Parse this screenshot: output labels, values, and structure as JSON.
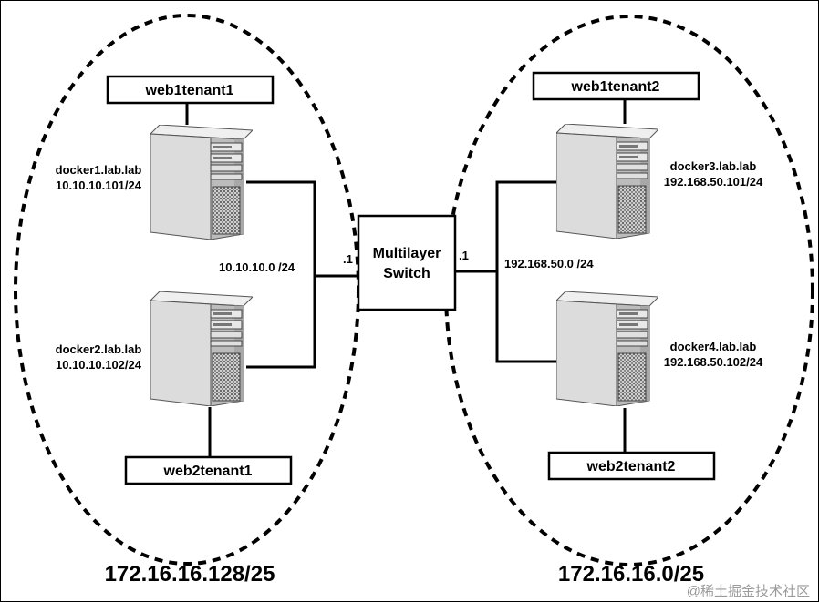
{
  "containers": {
    "left_label": "172.16.16.128/25",
    "right_label": "172.16.16.0/25"
  },
  "switch": {
    "line1": "Multilayer",
    "line2": "Switch",
    "left_if": ".1",
    "right_if": ".1"
  },
  "networks": {
    "left": "10.10.10.0 /24",
    "right": "192.168.50.0 /24"
  },
  "hosts": {
    "docker1": {
      "name": "docker1.lab.lab",
      "ip": "10.10.10.101/24"
    },
    "docker2": {
      "name": "docker2.lab.lab",
      "ip": "10.10.10.102/24"
    },
    "docker3": {
      "name": "docker3.lab.lab",
      "ip": "192.168.50.101/24"
    },
    "docker4": {
      "name": "docker4.lab.lab",
      "ip": "192.168.50.102/24"
    }
  },
  "containers_boxes": {
    "web1tenant1": "web1tenant1",
    "web2tenant1": "web2tenant1",
    "web1tenant2": "web1tenant2",
    "web2tenant2": "web2tenant2"
  },
  "watermark": "@稀土掘金技术社区",
  "colors": {
    "line": "#000000",
    "server_front": "#dedede",
    "server_side": "#bdbdbd",
    "server_top": "#eeeeee"
  }
}
